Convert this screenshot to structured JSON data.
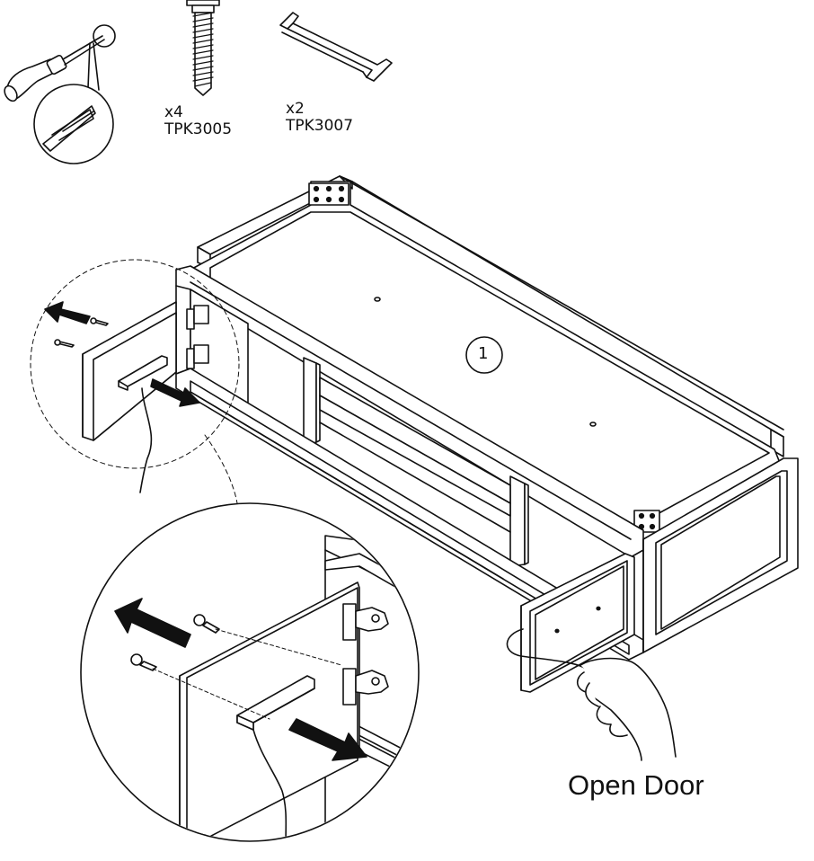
{
  "parts": {
    "screw": {
      "qty": "x4",
      "code": "TPK3005"
    },
    "handle": {
      "qty": "x2",
      "code": "TPK3007"
    }
  },
  "step": {
    "number": "1"
  },
  "caption": {
    "open_door": "Open Door"
  },
  "colors": {
    "line": "#111111",
    "background": "#ffffff",
    "detail": "#888888"
  },
  "icons": {
    "tool": "phillips-screwdriver-icon",
    "screw": "screw-icon",
    "handle": "handle-icon",
    "hand": "hand-icon",
    "arrow": "arrow-icon"
  }
}
